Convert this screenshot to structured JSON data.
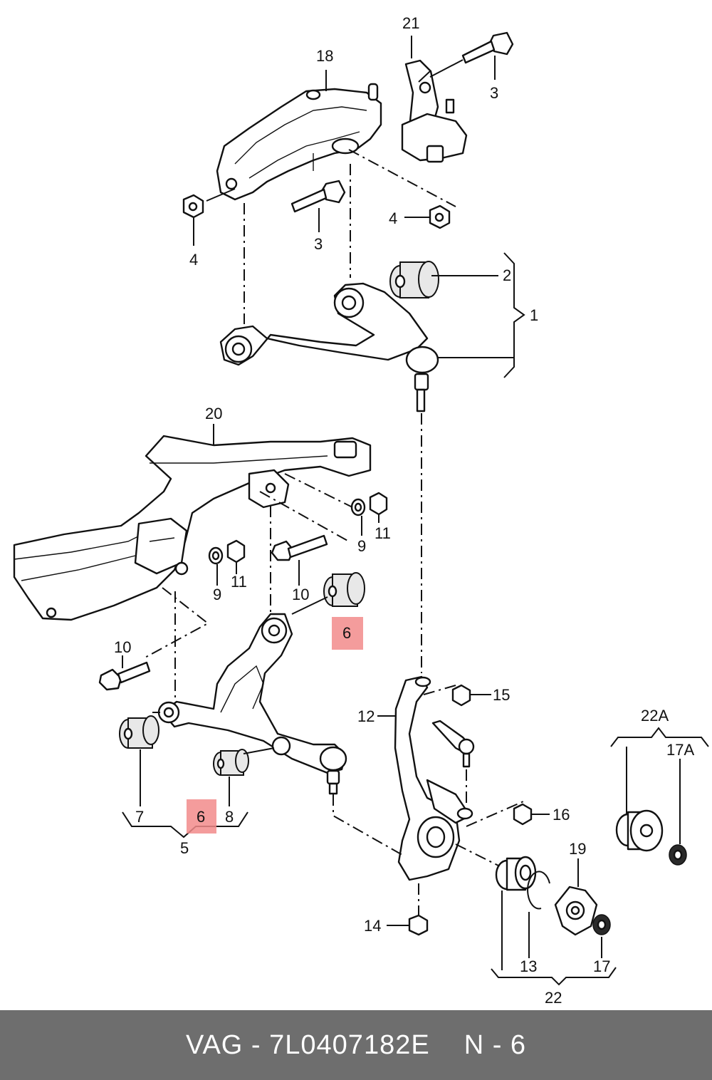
{
  "callouts": [
    {
      "id": "c1",
      "text": "1"
    },
    {
      "id": "c2",
      "text": "2"
    },
    {
      "id": "c3a",
      "text": "3"
    },
    {
      "id": "c3b",
      "text": "3"
    },
    {
      "id": "c4a",
      "text": "4"
    },
    {
      "id": "c4b",
      "text": "4"
    },
    {
      "id": "c5",
      "text": "5"
    },
    {
      "id": "c6a",
      "text": "6"
    },
    {
      "id": "c6b",
      "text": "6"
    },
    {
      "id": "c7",
      "text": "7"
    },
    {
      "id": "c8",
      "text": "8"
    },
    {
      "id": "c9a",
      "text": "9"
    },
    {
      "id": "c9b",
      "text": "9"
    },
    {
      "id": "c10a",
      "text": "10"
    },
    {
      "id": "c10b",
      "text": "10"
    },
    {
      "id": "c11a",
      "text": "11"
    },
    {
      "id": "c11b",
      "text": "11"
    },
    {
      "id": "c12",
      "text": "12"
    },
    {
      "id": "c13",
      "text": "13"
    },
    {
      "id": "c14",
      "text": "14"
    },
    {
      "id": "c15",
      "text": "15"
    },
    {
      "id": "c16",
      "text": "16"
    },
    {
      "id": "c17",
      "text": "17"
    },
    {
      "id": "c17A",
      "text": "17A"
    },
    {
      "id": "c18",
      "text": "18"
    },
    {
      "id": "c19",
      "text": "19"
    },
    {
      "id": "c20",
      "text": "20"
    },
    {
      "id": "c21",
      "text": "21"
    },
    {
      "id": "c22",
      "text": "22"
    },
    {
      "id": "c22A",
      "text": "22A"
    }
  ],
  "highlight_color": "#f28b8b",
  "footer": {
    "part": "VAG - 7L0407182E",
    "position": "N - 6",
    "background": "#6e6e6e"
  }
}
